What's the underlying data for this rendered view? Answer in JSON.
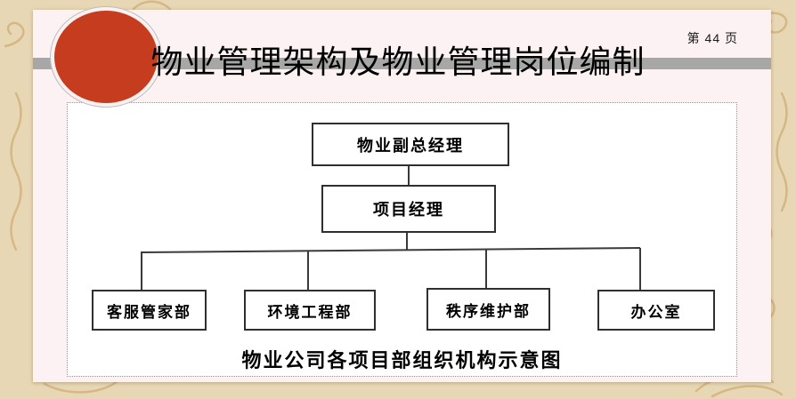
{
  "slide": {
    "page_number": "第 44 页",
    "title": "物业管理架构及物业管理岗位编制",
    "caption": "物业公司各项目部组织机构示意图"
  },
  "org_chart": {
    "type": "org-tree",
    "nodes": [
      {
        "id": "deputy_gm",
        "label": "物业副总经理",
        "level": 1
      },
      {
        "id": "project_manager",
        "label": "项目经理",
        "level": 2
      },
      {
        "id": "customer_service_dept",
        "label": "客服管家部",
        "level": 3
      },
      {
        "id": "environment_engineering_dept",
        "label": "环境工程部",
        "level": 3
      },
      {
        "id": "order_maintenance_dept",
        "label": "秩序维护部",
        "level": 3
      },
      {
        "id": "office",
        "label": "办公室",
        "level": 3
      }
    ],
    "edges": [
      [
        "物业副总经理",
        "项目经理"
      ],
      [
        "项目经理",
        "客服管家部"
      ],
      [
        "项目经理",
        "环境工程部"
      ],
      [
        "项目经理",
        "秩序维护部"
      ],
      [
        "项目经理",
        "办公室"
      ]
    ]
  },
  "colors": {
    "accent_red": "#c63c1f",
    "rule_gray": "#a7a7a7",
    "background_beige": "#e8d7b4",
    "slide_pink": "#fcf2f3",
    "box_border": "#2f2f2f",
    "ornament_gold": "#c49e5e"
  }
}
